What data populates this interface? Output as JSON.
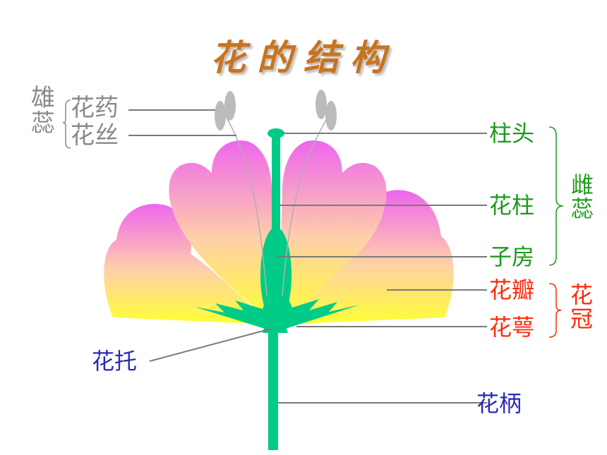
{
  "title": "花的结构",
  "stamen": {
    "group": "雄蕊",
    "anther": "花药",
    "filament": "花丝"
  },
  "pistil": {
    "group": "雌蕊",
    "stigma": "柱头",
    "style": "花柱",
    "ovary": "子房"
  },
  "corolla": {
    "group": "花冠",
    "petal": "花瓣",
    "sepal": "花萼"
  },
  "receptacle": "花托",
  "pedicel": "花柄",
  "colors": {
    "title": "#c8741e",
    "stamen_labels": "#8a8a8a",
    "pistil_labels": "#1a9a1a",
    "corolla_labels": "#ff2a0a",
    "stem_labels": "#2a2ab4",
    "stem": "#00cc88",
    "petal_top": "#ee66ee",
    "petal_bottom": "#ffff33"
  }
}
